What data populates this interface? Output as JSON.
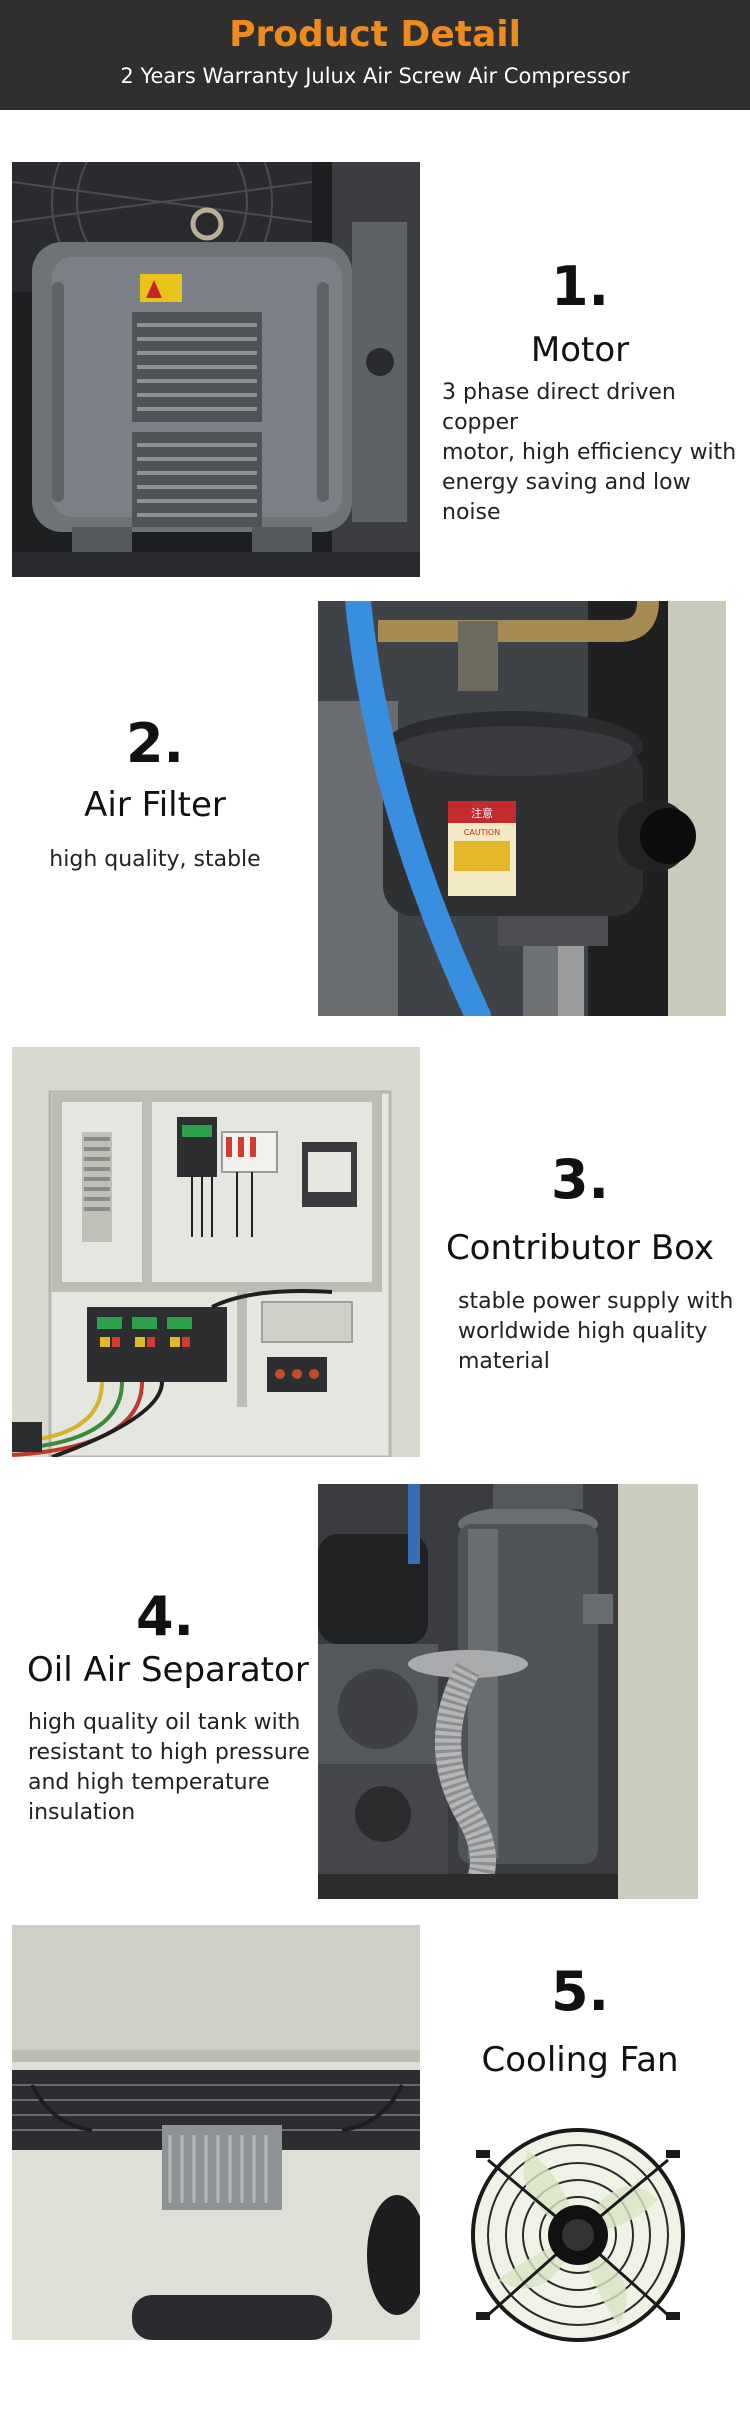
{
  "header": {
    "title": "Product Detail",
    "subtitle": "2 Years Warranty Julux Air Screw Air Compressor"
  },
  "sections": [
    {
      "number": "1.",
      "title": "Motor",
      "desc_lines": [
        "3 phase direct driven copper",
        "motor, high efficiency with",
        "energy saving and low noise"
      ]
    },
    {
      "number": "2.",
      "title": "Air Filter",
      "desc_lines": [
        "high quality, stable"
      ]
    },
    {
      "number": "3.",
      "title": "Contributor Box",
      "desc_lines": [
        "stable power supply with",
        "worldwide high quality",
        "material"
      ]
    },
    {
      "number": "4.",
      "title": "Oil Air Separator",
      "desc_lines": [
        "high quality oil tank with",
        "resistant to high pressure",
        "and high temperature",
        "insulation"
      ]
    },
    {
      "number": "5.",
      "title": "Cooling Fan",
      "desc_lines": []
    }
  ],
  "labels": {
    "caution_cn": "注意",
    "caution_en": "CAUTION"
  },
  "colors": {
    "header_bg": "#2f2f2f",
    "header_title": "#ef8b1d",
    "header_subtitle": "#ffffff"
  }
}
